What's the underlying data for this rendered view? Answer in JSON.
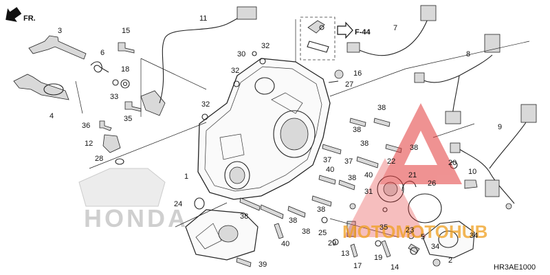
{
  "diagram": {
    "orientation_label": "FR.",
    "reference_label": "F-44",
    "diagram_code": "HR3AE1000",
    "brand_watermark": "HONDA",
    "site_watermark": "MOTOMOTOHUB",
    "colors": {
      "line": "#222222",
      "watermark_red": "#e23a3a",
      "watermark_orange": "#f0a020",
      "honda_gray": "#bdbdbd"
    },
    "callouts": [
      {
        "id": "c1",
        "label": "1"
      },
      {
        "id": "c2",
        "label": "2"
      },
      {
        "id": "c3",
        "label": "3"
      },
      {
        "id": "c4",
        "label": "4"
      },
      {
        "id": "c5",
        "label": "5"
      },
      {
        "id": "c6",
        "label": "6"
      },
      {
        "id": "c7",
        "label": "7"
      },
      {
        "id": "c8",
        "label": "8"
      },
      {
        "id": "c9",
        "label": "9"
      },
      {
        "id": "c10",
        "label": "10"
      },
      {
        "id": "c11",
        "label": "11"
      },
      {
        "id": "c12",
        "label": "12"
      },
      {
        "id": "c13",
        "label": "13"
      },
      {
        "id": "c14",
        "label": "14"
      },
      {
        "id": "c15",
        "label": "15"
      },
      {
        "id": "c16",
        "label": "16"
      },
      {
        "id": "c17",
        "label": "17"
      },
      {
        "id": "c18",
        "label": "18"
      },
      {
        "id": "c19",
        "label": "19"
      },
      {
        "id": "c20",
        "label": "20"
      },
      {
        "id": "c21",
        "label": "21"
      },
      {
        "id": "c22",
        "label": "22"
      },
      {
        "id": "c23",
        "label": "23"
      },
      {
        "id": "c24",
        "label": "24"
      },
      {
        "id": "c25",
        "label": "25"
      },
      {
        "id": "c26",
        "label": "26"
      },
      {
        "id": "c27",
        "label": "27"
      },
      {
        "id": "c28",
        "label": "28"
      },
      {
        "id": "c29",
        "label": "29"
      },
      {
        "id": "c30",
        "label": "30"
      },
      {
        "id": "c31",
        "label": "31"
      },
      {
        "id": "c32a",
        "label": "32"
      },
      {
        "id": "c32b",
        "label": "32"
      },
      {
        "id": "c32c",
        "label": "32"
      },
      {
        "id": "c33",
        "label": "33"
      },
      {
        "id": "c34a",
        "label": "34"
      },
      {
        "id": "c34b",
        "label": "34"
      },
      {
        "id": "c35a",
        "label": "35"
      },
      {
        "id": "c35b",
        "label": "35"
      },
      {
        "id": "c36",
        "label": "36"
      },
      {
        "id": "c37a",
        "label": "37"
      },
      {
        "id": "c37b",
        "label": "37"
      },
      {
        "id": "c38a",
        "label": "38"
      },
      {
        "id": "c38b",
        "label": "38"
      },
      {
        "id": "c38c",
        "label": "38"
      },
      {
        "id": "c38d",
        "label": "38"
      },
      {
        "id": "c38e",
        "label": "38"
      },
      {
        "id": "c38f",
        "label": "38"
      },
      {
        "id": "c38g",
        "label": "38"
      },
      {
        "id": "c38h",
        "label": "38"
      },
      {
        "id": "c38i",
        "label": "38"
      },
      {
        "id": "c39",
        "label": "39"
      },
      {
        "id": "c40a",
        "label": "40"
      },
      {
        "id": "c40b",
        "label": "40"
      },
      {
        "id": "c40c",
        "label": "40"
      }
    ]
  }
}
